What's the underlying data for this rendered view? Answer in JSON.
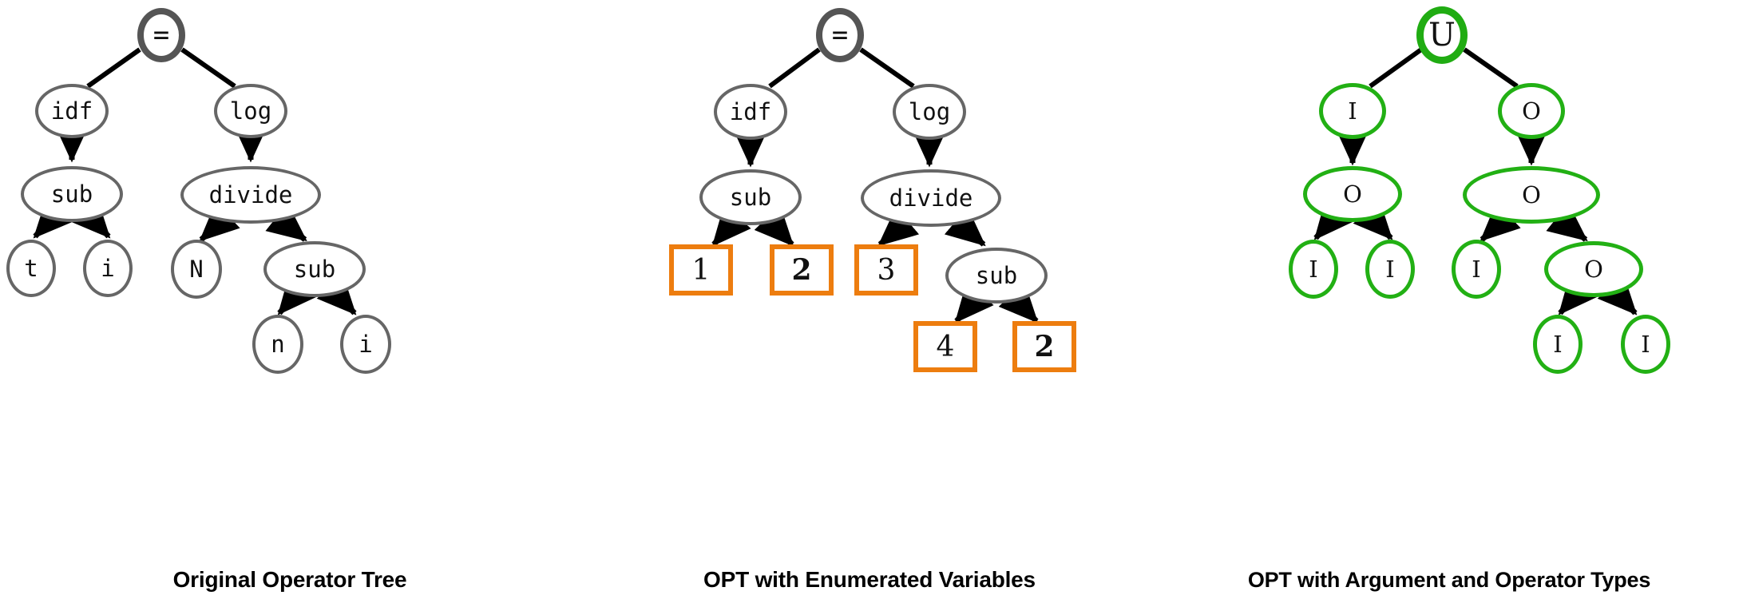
{
  "figure": {
    "type": "diagram",
    "subject": "operator-tree-triptych",
    "background": "#ffffff",
    "colors": {
      "node_gray_border": "#666666",
      "root_gray_border": "#555555",
      "leaf_box_orange": "#ed7d0f",
      "node_green_border": "#22b014",
      "root_green_border": "#20ac12",
      "edge_black": "#000000",
      "text_black": "#111111"
    }
  },
  "panels": [
    {
      "id": "panel-1",
      "caption": "Original Operator Tree",
      "node_style": "gray-ellipse",
      "nodes": {
        "root": {
          "label": "=",
          "role": "root-operator"
        },
        "l1_left": {
          "label": "idf",
          "role": "operator"
        },
        "l1_right": {
          "label": "log",
          "role": "operator"
        },
        "l2_left": {
          "label": "sub",
          "role": "operator"
        },
        "l2_right": {
          "label": "divide",
          "role": "operator"
        },
        "l3_a": {
          "label": "t",
          "role": "variable"
        },
        "l3_b": {
          "label": "i",
          "role": "variable"
        },
        "l3_c": {
          "label": "N",
          "role": "variable"
        },
        "l3_d": {
          "label": "sub",
          "role": "operator"
        },
        "l4_a": {
          "label": "n",
          "role": "variable"
        },
        "l4_b": {
          "label": "i",
          "role": "variable"
        }
      }
    },
    {
      "id": "panel-2",
      "caption": "OPT with Enumerated Variables",
      "node_style": "gray-ellipse-with-orange-leaf-boxes",
      "nodes": {
        "root": {
          "label": "=",
          "role": "root-operator"
        },
        "l1_left": {
          "label": "idf",
          "role": "operator"
        },
        "l1_right": {
          "label": "log",
          "role": "operator"
        },
        "l2_left": {
          "label": "sub",
          "role": "operator"
        },
        "l2_right": {
          "label": "divide",
          "role": "operator"
        },
        "l3_a": {
          "label": "1",
          "role": "enumerated-variable",
          "bold": false
        },
        "l3_b": {
          "label": "2",
          "role": "enumerated-variable",
          "bold": true
        },
        "l3_c": {
          "label": "3",
          "role": "enumerated-variable",
          "bold": false
        },
        "l3_d": {
          "label": "sub",
          "role": "operator"
        },
        "l4_a": {
          "label": "4",
          "role": "enumerated-variable",
          "bold": false
        },
        "l4_b": {
          "label": "2",
          "role": "enumerated-variable",
          "bold": true
        }
      }
    },
    {
      "id": "panel-3",
      "caption": "OPT with Argument and Operator Types",
      "node_style": "green-ellipse",
      "nodes": {
        "root": {
          "label": "U",
          "role": "root-type"
        },
        "l1_left": {
          "label": "I",
          "role": "argument-type"
        },
        "l1_right": {
          "label": "O",
          "role": "operator-type"
        },
        "l2_left": {
          "label": "O",
          "role": "operator-type"
        },
        "l2_right": {
          "label": "O",
          "role": "operator-type"
        },
        "l3_a": {
          "label": "I",
          "role": "argument-type"
        },
        "l3_b": {
          "label": "I",
          "role": "argument-type"
        },
        "l3_c": {
          "label": "I",
          "role": "argument-type"
        },
        "l3_d": {
          "label": "O",
          "role": "operator-type"
        },
        "l4_a": {
          "label": "I",
          "role": "argument-type"
        },
        "l4_b": {
          "label": "I",
          "role": "argument-type"
        }
      }
    }
  ]
}
